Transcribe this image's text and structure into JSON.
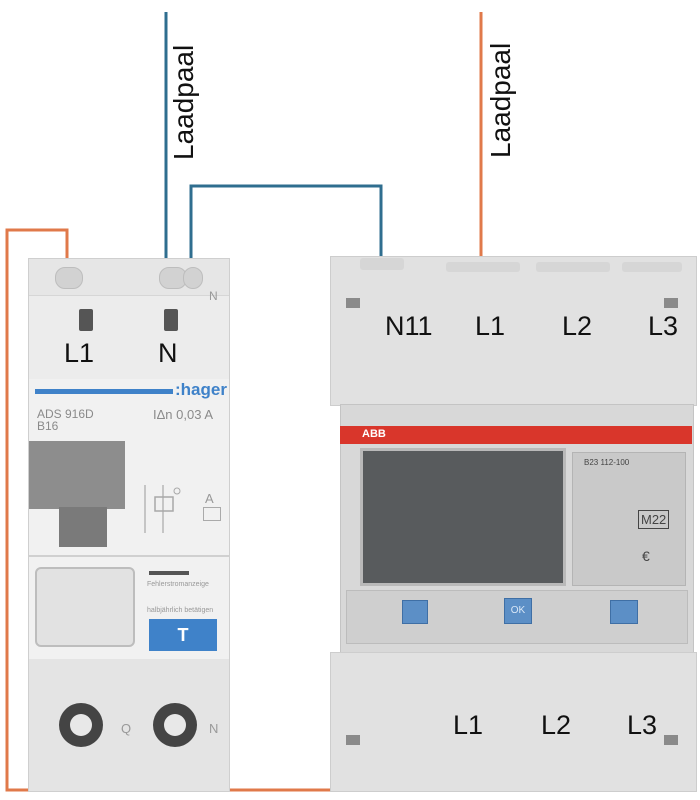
{
  "wires": {
    "left_top_label": "Laadpaal",
    "right_top_label": "Laadpaal",
    "colors": {
      "blue": "#2f6e8f",
      "orange": "#e0794a"
    }
  },
  "rcbo": {
    "terminal_labels": {
      "l1": "L1",
      "n": "N"
    },
    "small_n": "N",
    "brand": ":hager",
    "model_line1": "ADS 916D",
    "model_line2": "B16",
    "rating": "IΔn 0,03 A",
    "indicator_text": "Fehlerstromanzeige",
    "test_text": "halbjährlich betätigen",
    "test_button": "T",
    "bottom_q": "Q",
    "bottom_n": "N"
  },
  "meter": {
    "top_labels": {
      "n": "N11",
      "l1": "L1",
      "l2": "L2",
      "l3": "L3"
    },
    "bottom_labels": {
      "l1": "L1",
      "l2": "L2",
      "l3": "L3"
    },
    "brand": "ABB",
    "model": "B23 112-100",
    "cert": "M22",
    "ok_button": "OK"
  }
}
